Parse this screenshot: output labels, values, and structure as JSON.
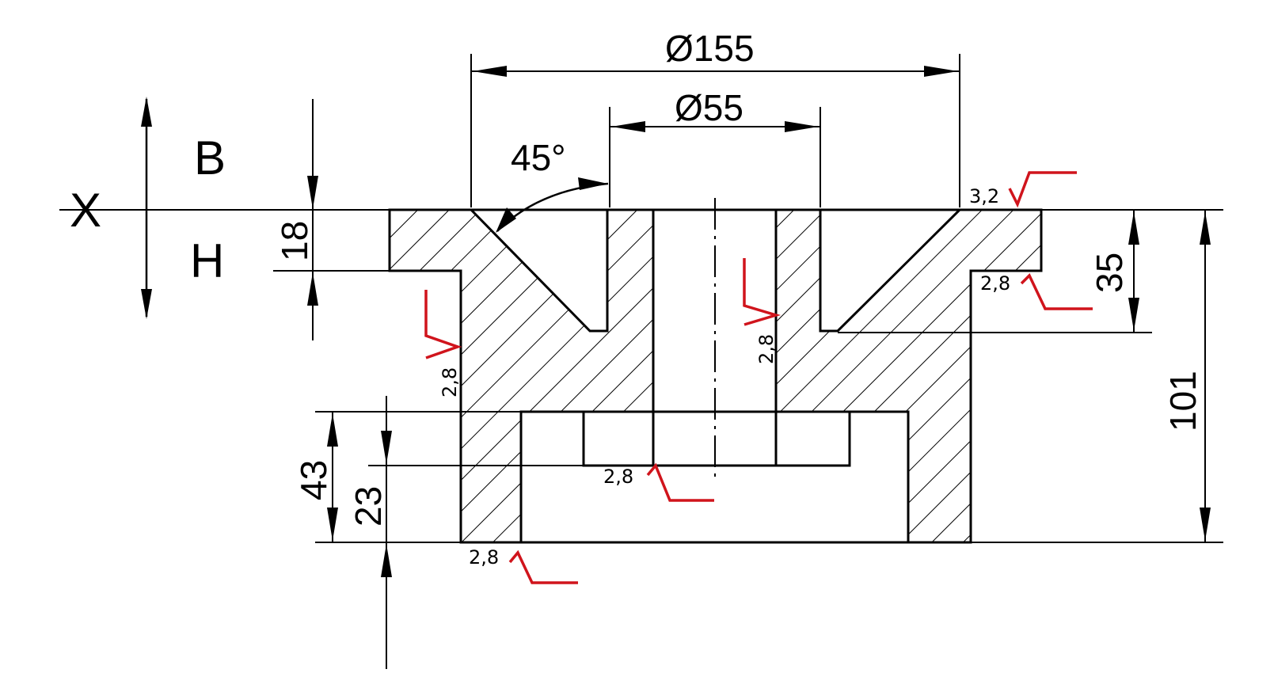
{
  "drawing": {
    "axis": {
      "x": "X",
      "above": "B",
      "below": "H"
    },
    "dimensions": {
      "outer_diameter": "Ø155",
      "inner_diameter": "Ø55",
      "chamfer_angle": "45°",
      "flange_thickness": "18",
      "recess_depth": "35",
      "total_height": "101",
      "bore_depth": "43",
      "bottom_offset": "23"
    },
    "roughness": {
      "top_right": "3,2",
      "right_step": "2,8",
      "center_bore": "2,8",
      "left_outer": "2,8",
      "pocket": "2,8",
      "bottom": "2,8"
    },
    "colors": {
      "lines": "#000000",
      "roughness_marks": "#d0141c"
    }
  }
}
